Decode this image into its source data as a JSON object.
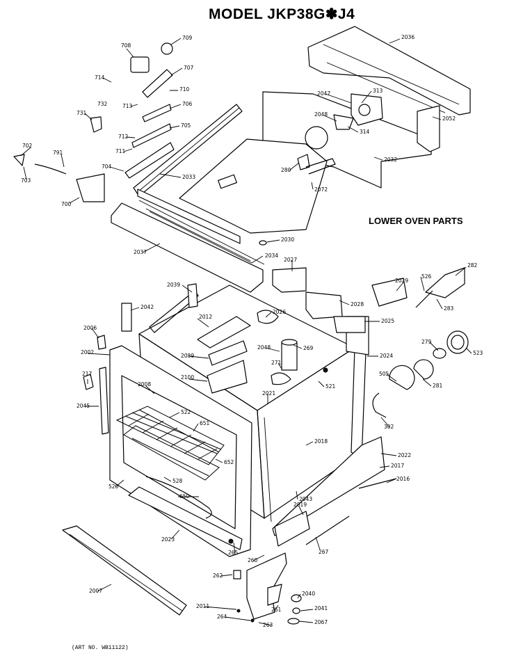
{
  "title": "MODEL JKP38G✽J4",
  "section": "LOWER OVEN PARTS",
  "art_no": "(ART NO. WB11122)",
  "parts": [
    "709",
    "708",
    "707",
    "714",
    "710",
    "713",
    "706",
    "731",
    "732",
    "705",
    "712",
    "711",
    "702",
    "791",
    "703",
    "704",
    "700",
    "2033",
    "2036",
    "313",
    "2047",
    "2048",
    "314",
    "2052",
    "2032",
    "280",
    "2072",
    "2030",
    "2037",
    "2034",
    "2027",
    "526",
    "282",
    "2029",
    "283",
    "2039",
    "2042",
    "2012",
    "2028",
    "2026",
    "2025",
    "2006",
    "2002",
    "2048",
    "269",
    "2024",
    "279",
    "523",
    "2089",
    "271",
    "505",
    "281",
    "217",
    "2100",
    "2008",
    "521",
    "2021",
    "2045",
    "522",
    "651",
    "302",
    "2018",
    "2022",
    "652",
    "2017",
    "2016",
    "528",
    "520",
    "650",
    "2043",
    "2023",
    "2019",
    "267",
    "265",
    "260",
    "2007",
    "262",
    "2040",
    "2041",
    "2011",
    "264",
    "261",
    "263",
    "2067"
  ]
}
